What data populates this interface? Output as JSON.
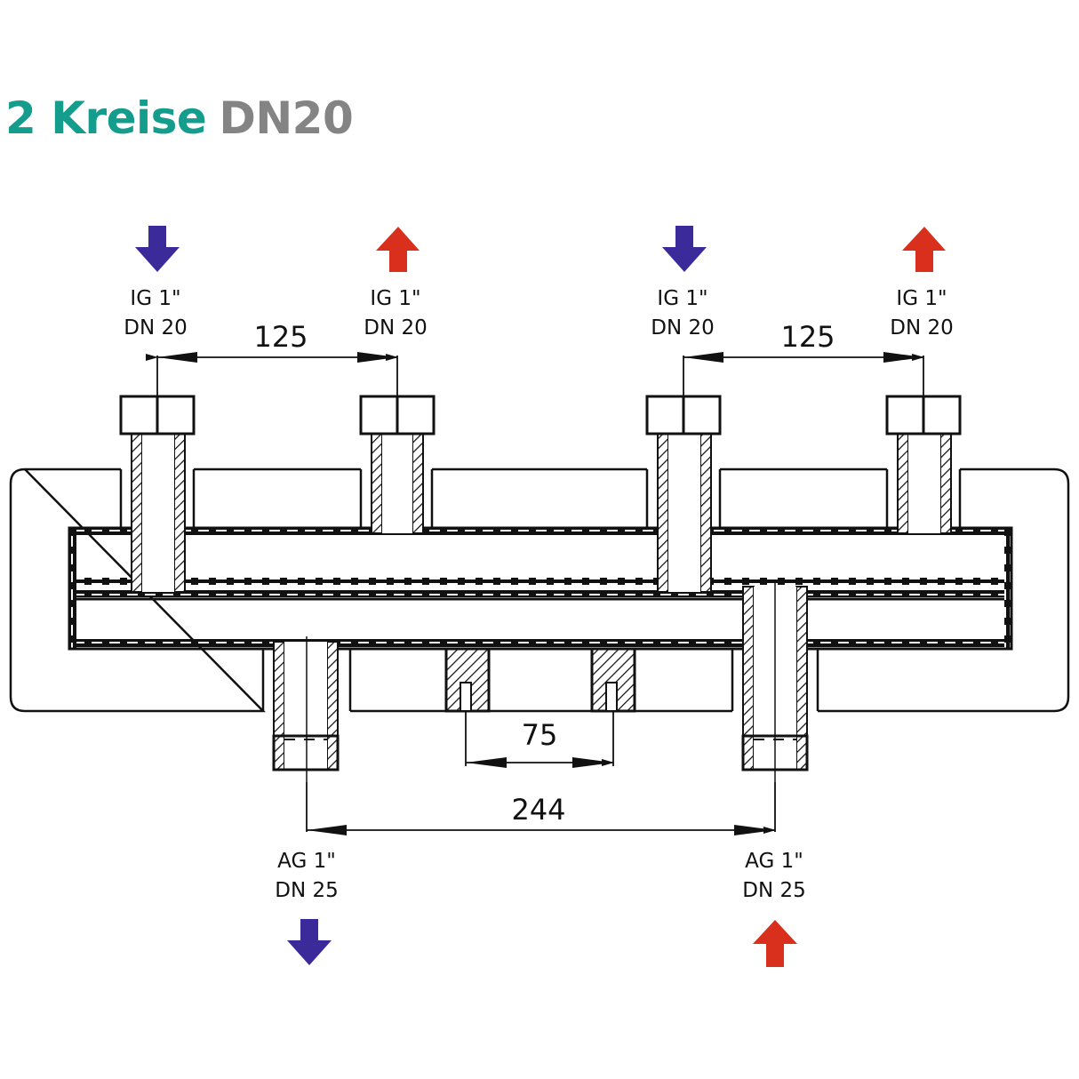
{
  "title": {
    "part1": "2 Kreise",
    "part2": "DN20"
  },
  "colors": {
    "title_teal": "#149c8c",
    "title_gray": "#848484",
    "cold_arrow": "#3a2a9a",
    "hot_arrow": "#d8301c",
    "line": "#111111"
  },
  "top_ports": [
    {
      "thread": "IG 1\"",
      "size": "DN 20",
      "flow": "down",
      "arrow": "blue-arrow-down"
    },
    {
      "thread": "IG 1\"",
      "size": "DN 20",
      "flow": "up",
      "arrow": "red-arrow-up"
    },
    {
      "thread": "IG 1\"",
      "size": "DN 20",
      "flow": "down",
      "arrow": "blue-arrow-down"
    },
    {
      "thread": "IG 1\"",
      "size": "DN 20",
      "flow": "up",
      "arrow": "red-arrow-up"
    }
  ],
  "bottom_ports": [
    {
      "thread": "AG 1\"",
      "size": "DN 25",
      "flow": "down",
      "arrow": "blue-arrow-down"
    },
    {
      "thread": "AG 1\"",
      "size": "DN 25",
      "flow": "up",
      "arrow": "red-arrow-up"
    }
  ],
  "dimensions": {
    "left_pair_spacing": "125",
    "right_pair_spacing": "125",
    "mount_spacing": "75",
    "bottom_port_spacing": "244"
  }
}
